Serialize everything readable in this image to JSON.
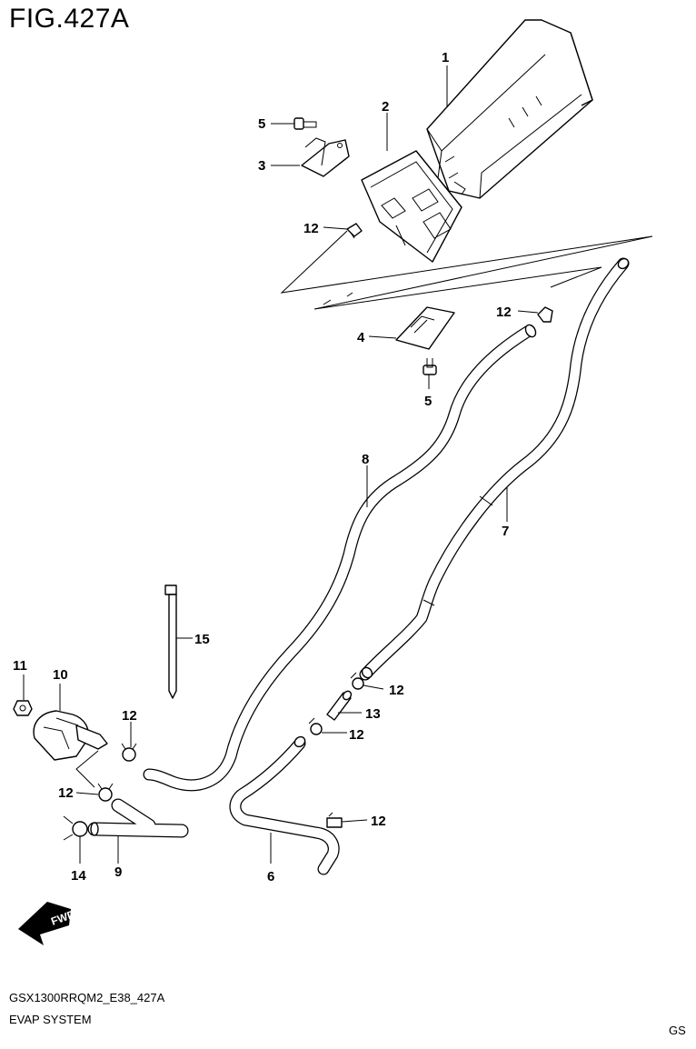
{
  "figure": {
    "title": "FIG.427A"
  },
  "footer": {
    "code": "GSX1300RRQM2_E38_427A",
    "name": "EVAP SYSTEM",
    "region": "GS"
  },
  "callouts": [
    {
      "id": "c1",
      "label": "1"
    },
    {
      "id": "c2",
      "label": "2"
    },
    {
      "id": "c3",
      "label": "3"
    },
    {
      "id": "c5a",
      "label": "5"
    },
    {
      "id": "c12a",
      "label": "12"
    },
    {
      "id": "c12b",
      "label": "12"
    },
    {
      "id": "c4",
      "label": "4"
    },
    {
      "id": "c5b",
      "label": "5"
    },
    {
      "id": "c8",
      "label": "8"
    },
    {
      "id": "c7",
      "label": "7"
    },
    {
      "id": "c15",
      "label": "15"
    },
    {
      "id": "c11",
      "label": "11"
    },
    {
      "id": "c10",
      "label": "10"
    },
    {
      "id": "c12c",
      "label": "12"
    },
    {
      "id": "c12d",
      "label": "12"
    },
    {
      "id": "c13",
      "label": "13"
    },
    {
      "id": "c12e",
      "label": "12"
    },
    {
      "id": "c12f",
      "label": "12"
    },
    {
      "id": "c12g",
      "label": "12"
    },
    {
      "id": "c14",
      "label": "14"
    },
    {
      "id": "c9",
      "label": "9"
    },
    {
      "id": "c6",
      "label": "6"
    }
  ],
  "fwd_badge": {
    "label": "FWD"
  }
}
